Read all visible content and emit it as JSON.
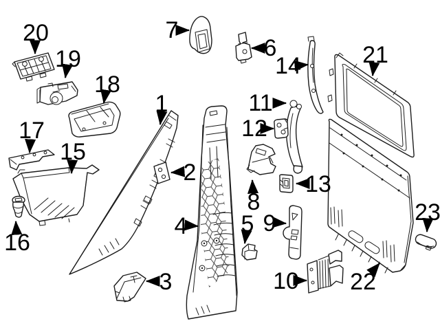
{
  "diagram": {
    "kind": "exploded-parts-diagram",
    "background_color": "#ffffff",
    "line_color": "#1b1b1b",
    "label_color": "#000000"
  },
  "callouts": [
    {
      "label": "1"
    },
    {
      "label": "2"
    },
    {
      "label": "3"
    },
    {
      "label": "4"
    },
    {
      "label": "5"
    },
    {
      "label": "6"
    },
    {
      "label": "7"
    },
    {
      "label": "8"
    },
    {
      "label": "9"
    },
    {
      "label": "10"
    },
    {
      "label": "11"
    },
    {
      "label": "12"
    },
    {
      "label": "13"
    },
    {
      "label": "14"
    },
    {
      "label": "15"
    },
    {
      "label": "16"
    },
    {
      "label": "17"
    },
    {
      "label": "18"
    },
    {
      "label": "19"
    },
    {
      "label": "20"
    },
    {
      "label": "21"
    },
    {
      "label": "22"
    },
    {
      "label": "23"
    }
  ]
}
